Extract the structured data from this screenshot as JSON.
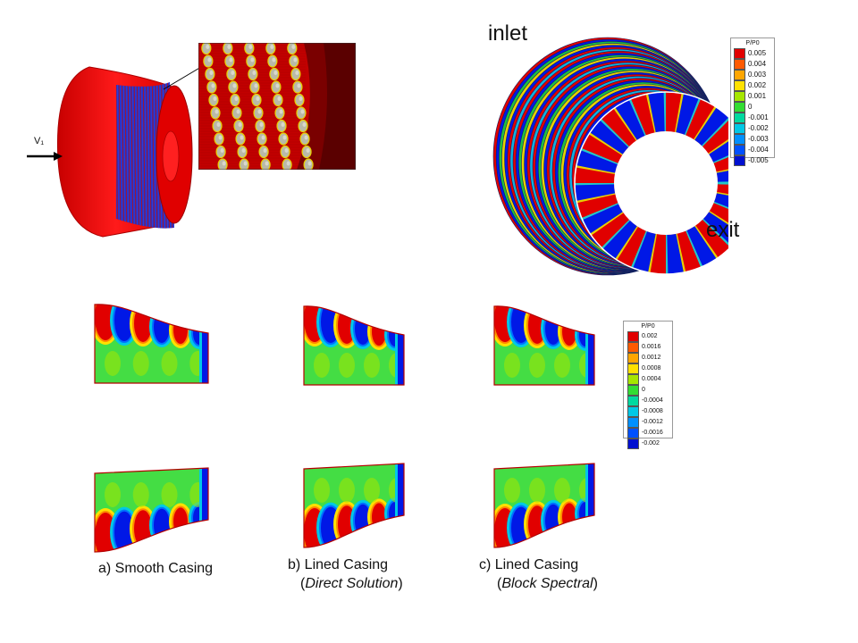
{
  "labels": {
    "velocity": "V₁",
    "inlet": "inlet",
    "exit": "exit",
    "caption_a": "a) Smooth Casing",
    "caption_b_line1": "b) Lined Casing",
    "caption_b_line2": "Direct Solution",
    "caption_c_line1": "c) Lined Casing",
    "caption_c_line2": "Block Spectral",
    "paren_open": "(",
    "paren_close": ")"
  },
  "legend_top": {
    "title": "P/P0",
    "levels": [
      {
        "value": "0.005",
        "color": "#e10000"
      },
      {
        "value": "0.004",
        "color": "#ff5a00"
      },
      {
        "value": "0.003",
        "color": "#ffa600"
      },
      {
        "value": "0.002",
        "color": "#ffe100"
      },
      {
        "value": "0.001",
        "color": "#a6e600"
      },
      {
        "value": "0",
        "color": "#33dd33"
      },
      {
        "value": "-0.001",
        "color": "#00d9a0"
      },
      {
        "value": "-0.002",
        "color": "#00c8e6"
      },
      {
        "value": "-0.003",
        "color": "#0090ff"
      },
      {
        "value": "-0.004",
        "color": "#0050ff"
      },
      {
        "value": "-0.005",
        "color": "#0010d0"
      }
    ]
  },
  "legend_bottom": {
    "title": "P/P0",
    "levels": [
      {
        "value": "0.002",
        "color": "#e10000"
      },
      {
        "value": "0.0016",
        "color": "#ff5a00"
      },
      {
        "value": "0.0012",
        "color": "#ffa600"
      },
      {
        "value": "0.0008",
        "color": "#ffe100"
      },
      {
        "value": "0.0004",
        "color": "#a6e600"
      },
      {
        "value": "0",
        "color": "#33dd33"
      },
      {
        "value": "-0.0004",
        "color": "#00d9a0"
      },
      {
        "value": "-0.0008",
        "color": "#00c8e6"
      },
      {
        "value": "-0.0012",
        "color": "#0090ff"
      },
      {
        "value": "-0.0016",
        "color": "#0050ff"
      },
      {
        "value": "-0.002",
        "color": "#0010d0"
      }
    ]
  },
  "colors": {
    "red": "#e10000",
    "blue": "#0018e6",
    "green": "#44dd44",
    "dark_red": "#6b0000"
  }
}
